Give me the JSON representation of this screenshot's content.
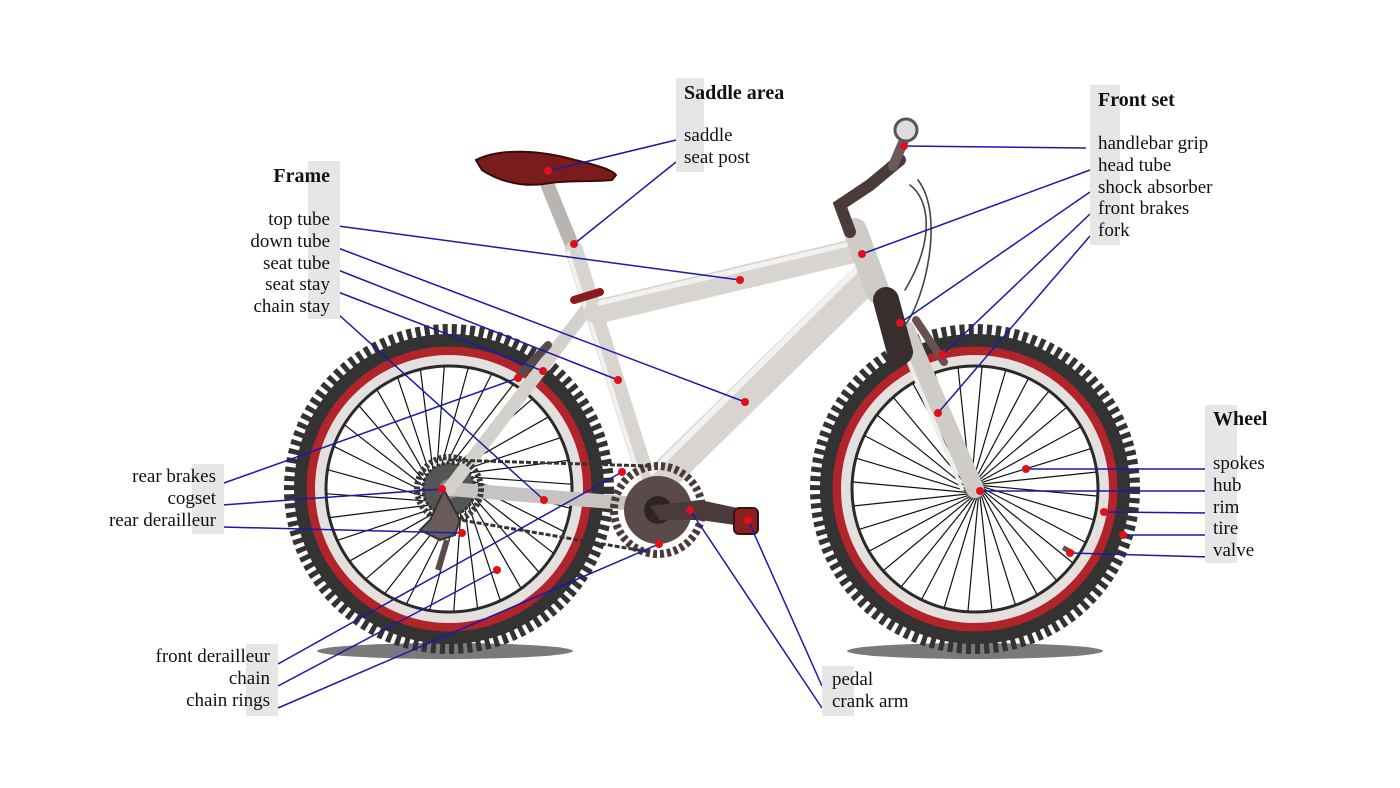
{
  "groups": {
    "saddle": {
      "title": "Saddle area",
      "items": [
        "saddle",
        "seat post"
      ]
    },
    "front": {
      "title": "Front set",
      "items": [
        "handlebar grip",
        "head tube",
        "shock absorber",
        "front brakes",
        "fork"
      ]
    },
    "frame": {
      "title": "Frame",
      "items": [
        "top tube",
        "down tube",
        "seat tube",
        "seat stay",
        "chain stay"
      ]
    },
    "wheel": {
      "title": "Wheel",
      "items": [
        "spokes",
        "hub",
        "rim",
        "tire",
        "valve"
      ]
    },
    "rear": {
      "items": [
        "rear brakes",
        "cogset",
        "rear derailleur"
      ]
    },
    "drive": {
      "items": [
        "front derailleur",
        "chain",
        "chain rings"
      ]
    },
    "crank": {
      "items": [
        "pedal",
        "crank arm"
      ]
    }
  },
  "colors": {
    "leader_line": "#1a1aa8",
    "marker": "#e0101a",
    "label_bar": "#e6e6e6",
    "frame": "#dedad6",
    "tire_red": "#b0242a",
    "tire_dark": "#333333",
    "dark_parts": "#4a3a3a",
    "saddle": "#7a1c1c"
  }
}
